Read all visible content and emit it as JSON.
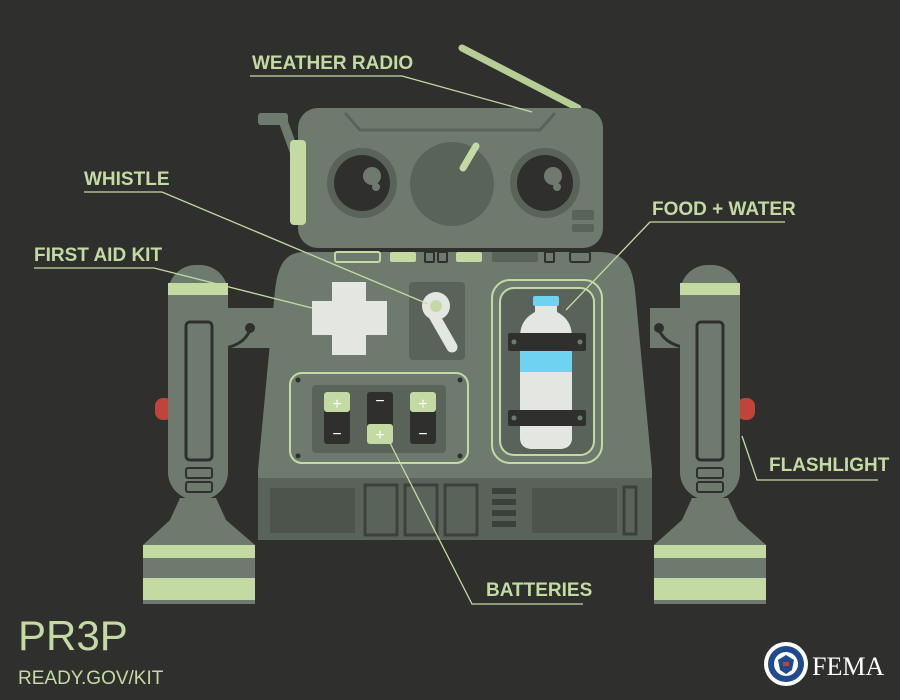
{
  "labels": {
    "weather_radio": "WEATHER RADIO",
    "whistle": "WHISTLE",
    "first_aid_kit": "FIRST AID KIT",
    "food_water": "FOOD + WATER",
    "flashlight": "FLASHLIGHT",
    "batteries": "BATTERIES"
  },
  "brand": {
    "logo": "PR3P",
    "url": "READY.GOV/KIT",
    "agency": "FEMA"
  },
  "colors": {
    "background": "#2f302d",
    "body": "#6f7a6e",
    "body_dark": "#5a6359",
    "accent": "#c3dba2",
    "water_label": "#6fd3f0",
    "red_light": "#c0443b"
  }
}
